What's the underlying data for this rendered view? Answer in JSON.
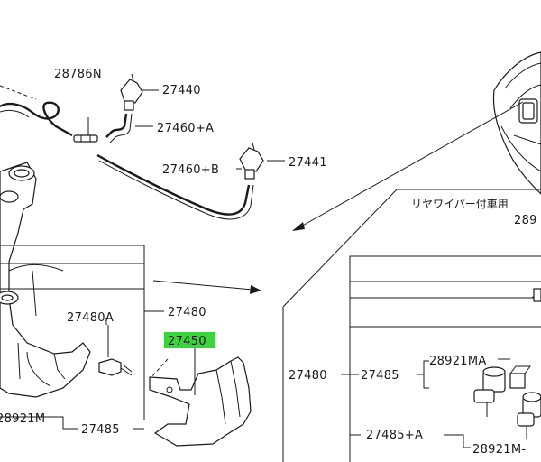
{
  "part_labels": {
    "p28786n": "28786N",
    "p27440": "27440",
    "p27460a": "27460+A",
    "p27441": "27441",
    "p27460b": "27460+B",
    "p27480a": "27480A",
    "p27480_left": "27480",
    "p27450": "27450",
    "p28921m_left": "28921M",
    "p27485_left": "27485",
    "p27480_right": "27480",
    "p27485_right": "27485",
    "p28921ma": "28921MA",
    "p27485a": "27485+A",
    "p28921m_right": "28921M-"
  },
  "inset": {
    "title": "リヤワイパー付車用",
    "code": "289"
  },
  "colors": {
    "highlight": "#3cd43c",
    "ink": "#1a1a1a"
  }
}
